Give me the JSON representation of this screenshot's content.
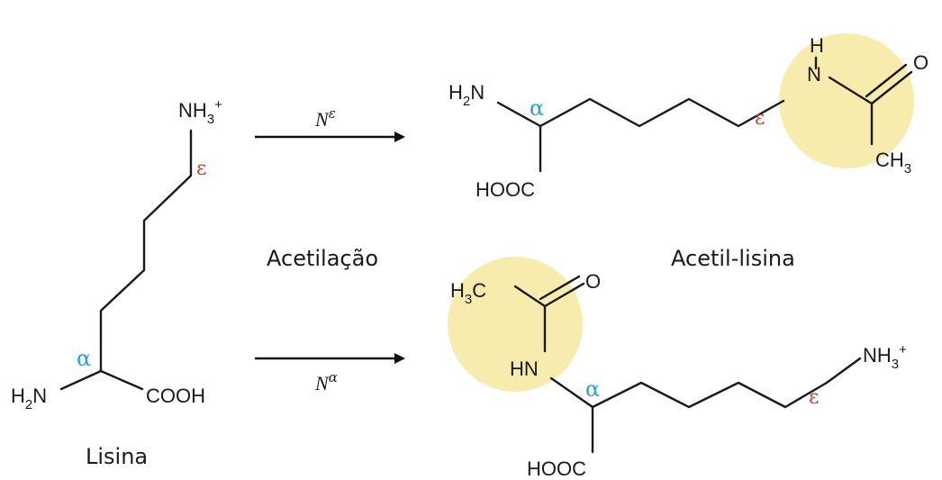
{
  "captions": {
    "lysine": "Lisina",
    "acetylation": "Acetilação",
    "acetyl_lysine": "Acetil-lisina"
  },
  "arrows": {
    "top": {
      "letter": "N",
      "superscript": "ε"
    },
    "bottom": {
      "letter": "N",
      "superscript": "α"
    }
  },
  "greek": {
    "alpha": "α",
    "epsilon": "ε"
  },
  "atoms": {
    "nh3": "NH",
    "nh3_sub": "3",
    "nh3_charge": "+",
    "h2n_h": "H",
    "h2n_sub": "2",
    "h2n_n": "N",
    "cooh": "COOH",
    "hooc": "HOOC",
    "h": "H",
    "n": "N",
    "o": "O",
    "ch3": "CH",
    "ch3_sub": "3",
    "h3c_h": "H",
    "h3c_sub": "3",
    "h3c_c": "C",
    "hn": "HN"
  },
  "colors": {
    "highlight": "#f7ecad",
    "alpha": "#2aa0d6",
    "epsilon": "#d23a2a",
    "bond": "#1a1a1a"
  }
}
